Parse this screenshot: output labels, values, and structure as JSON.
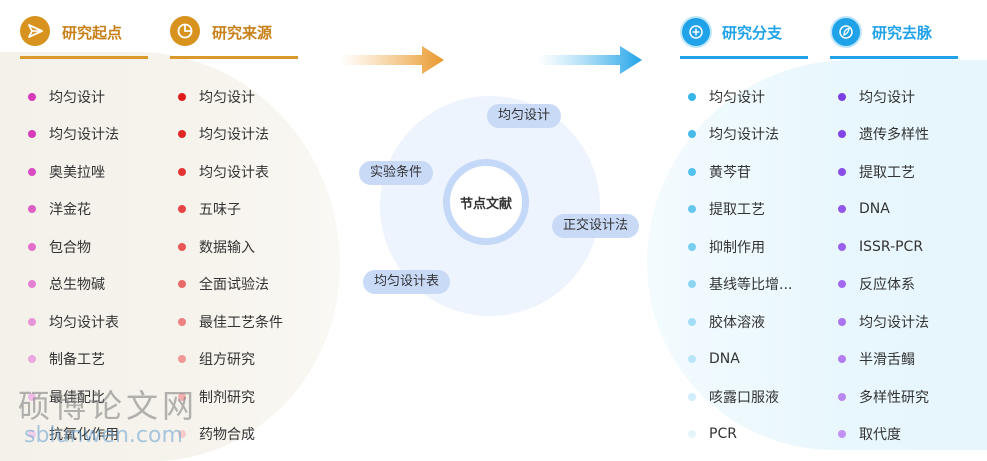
{
  "columns": [
    {
      "title": "研究起点",
      "icon": "paper-plane-icon",
      "items": [
        "均匀设计",
        "均匀设计法",
        "奥美拉唑",
        "洋金花",
        "包合物",
        "总生物碱",
        "均匀设计表",
        "制备工艺",
        "最佳配比",
        "抗氧化作用"
      ],
      "dot_colors": [
        "#d63bb8",
        "#d63bb8",
        "#d94bc0",
        "#dc5ec6",
        "#e070cc",
        "#e382d3",
        "#e795d9",
        "#eaa8df",
        "#eebbe6",
        "#f2ceec"
      ]
    },
    {
      "title": "研究来源",
      "icon": "pie-chart-icon",
      "items": [
        "均匀设计",
        "均匀设计法",
        "均匀设计表",
        "五味子",
        "数据输入",
        "全面试验法",
        "最佳工艺条件",
        "组方研究",
        "制剂研究",
        "药物合成"
      ],
      "dot_colors": [
        "#e11b1b",
        "#e22626",
        "#e43434",
        "#e64545",
        "#e85757",
        "#ea6a6a",
        "#ed8080",
        "#f09797",
        "#f3b0b0",
        "#f7caca"
      ]
    },
    {
      "title": "研究分支",
      "icon": "plus-circle-icon",
      "items": [
        "均匀设计",
        "均匀设计法",
        "黄芩苷",
        "提取工艺",
        "抑制作用",
        "基线等比增...",
        "胶体溶液",
        "DNA",
        "咳露口服液",
        "PCR"
      ],
      "dot_colors": [
        "#39b6e8",
        "#46bbea",
        "#55c1ec",
        "#66c7ee",
        "#78cef0",
        "#8cd5f3",
        "#a2ddf5",
        "#b9e5f8",
        "#cfedfa",
        "#e4f5fc"
      ]
    },
    {
      "title": "研究去脉",
      "icon": "leaf-circle-icon",
      "items": [
        "均匀设计",
        "遗传多样性",
        "提取工艺",
        "DNA",
        "ISSR-PCR",
        "反应体系",
        "均匀设计法",
        "半滑舌鳎",
        "多样性研究",
        "取代度"
      ],
      "dot_colors": [
        "#7b3fe4",
        "#8044e6",
        "#8a4de8",
        "#9256ea",
        "#9a5fec",
        "#a269ee",
        "#aa73ef",
        "#b27df1",
        "#b987f2",
        "#c191f4"
      ]
    }
  ],
  "center": {
    "label": "节点文献",
    "keywords": [
      "均匀设计",
      "实验条件",
      "正交设计法",
      "均匀设计表"
    ]
  },
  "watermark": {
    "cn": "硕博论文网",
    "en": "sblunwen.com"
  },
  "colors": {
    "accent_orange": "#d8921e",
    "accent_blue": "#1fa2e8",
    "pill": "#c9daf7"
  }
}
